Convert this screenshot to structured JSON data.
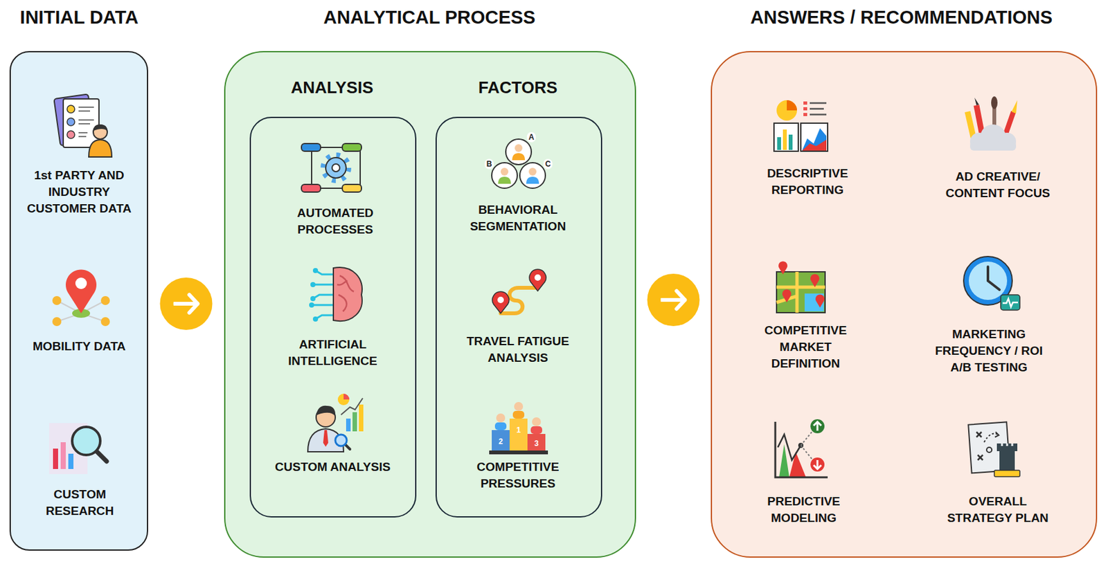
{
  "diagram": {
    "nodes": [
      {
        "text": [
          "INITIAL DATA",
          "1st PARTY AND INDUSTRY CUSTOMER DATA",
          "MOBILITY DATA",
          "CUSTOM RESEARCH"
        ]
      },
      {
        "text": [
          "ANALYTICAL PROCESS"
        ]
      },
      {
        "text": [
          "ANALYSIS",
          "AUTOMATED PROCESSES",
          "ARTIFICIAL INTELLIGENCE",
          "CUSTOM ANALYSIS"
        ],
        "in": 1
      },
      {
        "text": [
          "FACTORS",
          "BEHAVIORAL SEGMENTATION",
          "TRAVEL FATIGUE ANALYSIS",
          "COMPETITIVE PRESSURES"
        ],
        "in": 1
      },
      {
        "text": [
          "ANSWERS / RECOMMENDATIONS",
          "DESCRIPTIVE REPORTING",
          "AD CREATIVE/ CONTENT FOCUS",
          "COMPETITIVE MARKET DEFINITION",
          "MARKETING FREQUENCY / ROI A/B TESTING",
          "PREDICTIVE MODELING",
          "OVERALL STRATEGY PLAN"
        ]
      }
    ],
    "edges": [
      {
        "from": 0,
        "to": 1,
        "arrow": "to"
      },
      {
        "from": 1,
        "to": 4,
        "arrow": "to"
      }
    ],
    "labels": [
      "A",
      "B",
      "C",
      "1",
      "2",
      "3"
    ]
  }
}
